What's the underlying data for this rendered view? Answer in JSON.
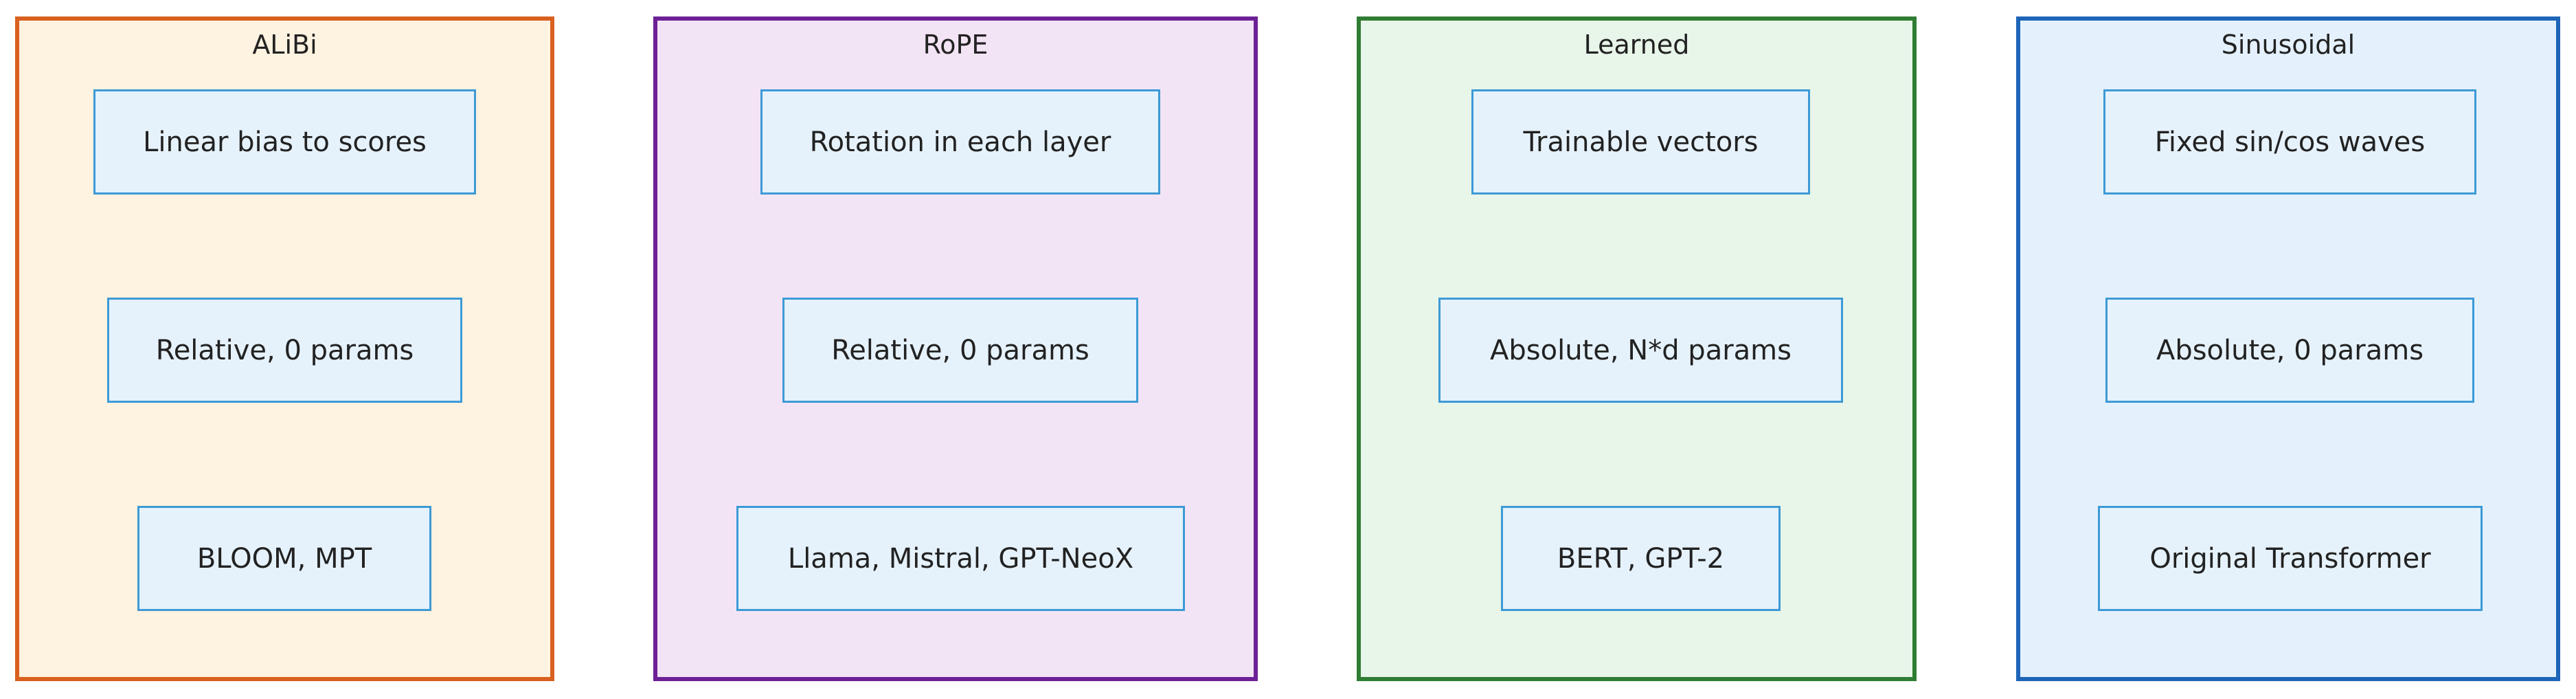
{
  "colors": {
    "alibi_border": "#d9601e",
    "alibi_fill": "#fef2e0",
    "rope_border": "#6e2196",
    "rope_fill": "#f3e4f5",
    "learned_border": "#2f7d32",
    "learned_fill": "#e8f5e9",
    "sinusoidal_border": "#1e65b8",
    "sinusoidal_fill": "#e4f1fc",
    "node_border": "#3d9ad6",
    "node_fill": "#e6f2fb"
  },
  "groups": [
    {
      "title": "ALiBi",
      "nodes": [
        "Linear bias to scores",
        "Relative, 0 params",
        "BLOOM, MPT"
      ]
    },
    {
      "title": "RoPE",
      "nodes": [
        "Rotation in each layer",
        "Relative, 0 params",
        "Llama, Mistral, GPT-NeoX"
      ]
    },
    {
      "title": "Learned",
      "nodes": [
        "Trainable vectors",
        "Absolute, N*d params",
        "BERT, GPT-2"
      ]
    },
    {
      "title": "Sinusoidal",
      "nodes": [
        "Fixed sin/cos waves",
        "Absolute, 0 params",
        "Original Transformer"
      ]
    }
  ]
}
